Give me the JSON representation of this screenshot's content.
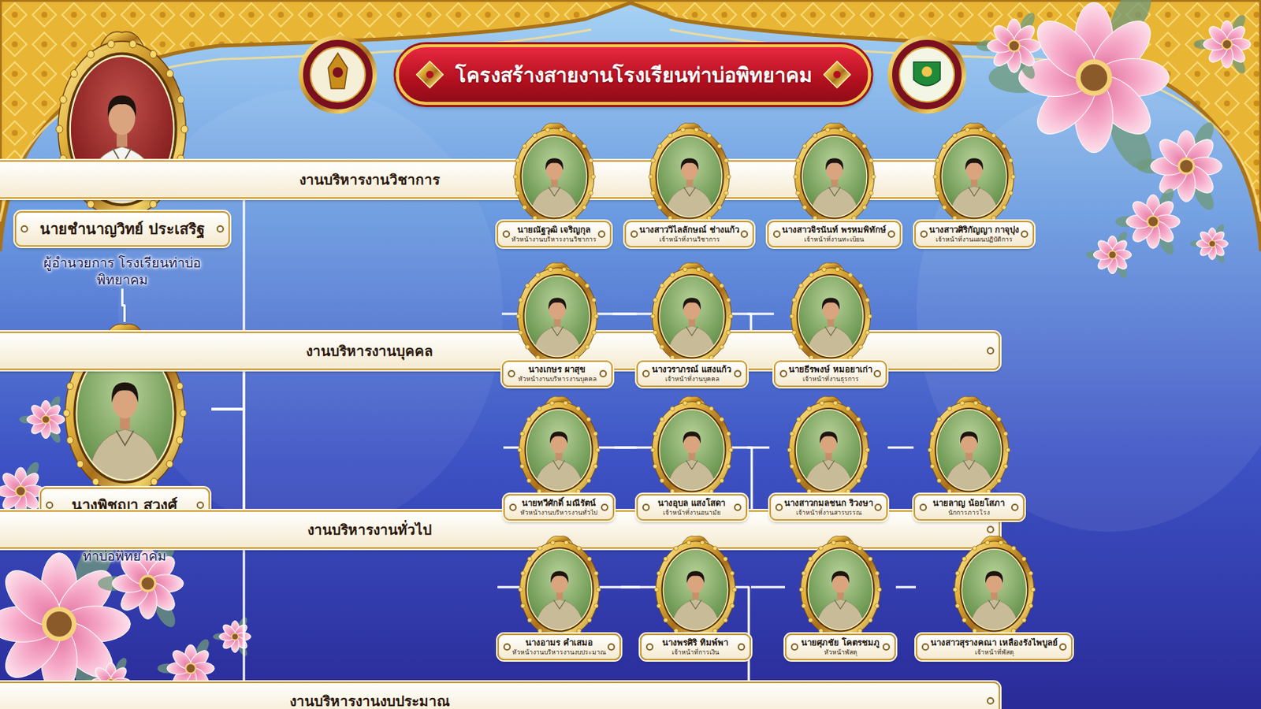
{
  "diagram": {
    "title": "โครงสร้างสายงานโรงเรียนท่าบ่อพิทยาคม",
    "nodes": [
      {
        "text": [
          "นายชำนาญวิทย์ ประเสริฐ",
          "ผู้อำนวยการ โรงเรียนท่าบ่อพิทยาคม"
        ]
      },
      {
        "text": [
          "นางพิชญา สุวงศ์",
          "รองผู้อำนวยการ โรงเรียนท่าบ่อพิทยาคม"
        ]
      },
      {
        "text": [
          "งานบริหารงานวิชาการ"
        ]
      },
      {
        "text": [
          "นายณัฐวุฒิ เจริญกุล",
          "หัวหน้างานบริหารงานวิชาการ"
        ]
      },
      {
        "text": [
          "นางสาววิไลลักษณ์ ช่างแก้ว",
          "เจ้าหน้าที่งานวิชาการ"
        ]
      },
      {
        "text": [
          "นางสาวจิรนันท์ พรหมพิทักษ์",
          "เจ้าหน้าที่งานทะเบียน"
        ]
      },
      {
        "text": [
          "นางสาวศิริกัญญา กาจุปุง",
          "เจ้าหน้าที่งานแผนปฏิบัติการ"
        ]
      },
      {
        "text": [
          "งานบริหารงานบุคคล"
        ]
      },
      {
        "text": [
          "นางเกษร ผาสุข",
          "หัวหน้างานบริหารงานบุคคล"
        ]
      },
      {
        "text": [
          "นางวราภรณ์ แสงแก้ว",
          "เจ้าหน้าที่งานบุคคล"
        ]
      },
      {
        "text": [
          "นายธีรพงษ์ หมอยาเก่า",
          "เจ้าหน้าที่งานธุรการ"
        ]
      },
      {
        "text": [
          "งานบริหารงานทั่วไป"
        ]
      },
      {
        "text": [
          "นายทวีศักดิ์ มณีรัตน์",
          "หัวหน้างานบริหารงานทั่วไป"
        ]
      },
      {
        "text": [
          "นางอุบล แสงโสดา",
          "เจ้าหน้าที่งานอนามัย"
        ]
      },
      {
        "text": [
          "นางสาวกมลชนก ริวงษา",
          "เจ้าหน้าที่งานสารบรรณ"
        ]
      },
      {
        "text": [
          "นายลาญ น้อยโสภา",
          "นักการภารโรง"
        ]
      },
      {
        "text": [
          "งานบริหารงานงบประมาณ"
        ]
      },
      {
        "text": [
          "นางอามร คำเสมอ",
          "หัวหน้างานบริหารงานงบประมาณ"
        ]
      },
      {
        "text": [
          "นางพรศิริ ทิมพ์พา",
          "เจ้าหน้าที่การเงิน"
        ]
      },
      {
        "text": [
          "นายศุภชัย โคตรชมภู",
          "หัวหน้าพัสดุ"
        ]
      },
      {
        "text": [
          "นางสาวสุรางคณา เหลืองรังไพบูลย์",
          "เจ้าหน้าที่พัสดุ"
        ]
      }
    ],
    "edges": [
      {
        "from": 0,
        "to": 1,
        "arrow": "none"
      },
      {
        "from": 1,
        "to": 2,
        "arrow": "none"
      },
      {
        "from": 1,
        "to": 7,
        "arrow": "none"
      },
      {
        "from": 1,
        "to": 11,
        "arrow": "none"
      },
      {
        "from": 1,
        "to": 16,
        "arrow": "none"
      },
      {
        "from": 2,
        "to": 3,
        "arrow": "none"
      },
      {
        "from": 3,
        "to": 4,
        "arrow": "none"
      },
      {
        "from": 4,
        "to": 5,
        "arrow": "none"
      },
      {
        "from": 5,
        "to": 6,
        "arrow": "none"
      },
      {
        "from": 7,
        "to": 8,
        "arrow": "none"
      },
      {
        "from": 8,
        "to": 9,
        "arrow": "none"
      },
      {
        "from": 9,
        "to": 10,
        "arrow": "none"
      },
      {
        "from": 11,
        "to": 12,
        "arrow": "none"
      },
      {
        "from": 12,
        "to": 13,
        "arrow": "none"
      },
      {
        "from": 13,
        "to": 14,
        "arrow": "none"
      },
      {
        "from": 14,
        "to": 15,
        "arrow": "none"
      },
      {
        "from": 16,
        "to": 17,
        "arrow": "none"
      },
      {
        "from": 17,
        "to": 18,
        "arrow": "none"
      },
      {
        "from": 18,
        "to": 19,
        "arrow": "none"
      },
      {
        "from": 19,
        "to": 20,
        "arrow": "none"
      }
    ]
  }
}
